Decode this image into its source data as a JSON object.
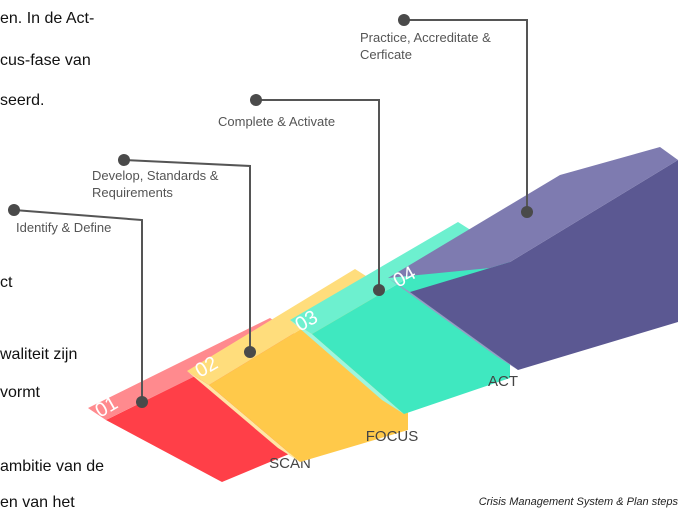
{
  "background_text": [
    "en. In de Act-",
    "cus-fase van",
    "seerd.",
    "ct",
    "waliteit zijn",
    "vormt",
    "ambitie van de",
    "en van het"
  ],
  "steps": [
    {
      "number": "01",
      "callout": [
        "Identify & Define"
      ],
      "phase": "SCAN",
      "colors": {
        "top": "#FF8A8E",
        "left": "#FF9FA4",
        "front": "#FF3F48"
      }
    },
    {
      "number": "02",
      "callout": [
        "Develop, Standards &",
        "Requirements"
      ],
      "phase": "",
      "colors": {
        "top": "#FFDD7C",
        "left": "#FFE7A6",
        "front": "#FFC94A"
      }
    },
    {
      "number": "03",
      "callout": [
        "Complete & Activate"
      ],
      "phase": "FOCUS",
      "colors": {
        "top": "#6DF0CF",
        "left": "#9EF5DF",
        "front": "#3FE8C0"
      }
    },
    {
      "number": "04",
      "callout": [
        "Practice, Accreditate &",
        "Cerficate"
      ],
      "phase": "ACT",
      "colors": {
        "top": "#7E7BB0",
        "left": "#9A98C4",
        "front": "#5B5892"
      }
    }
  ],
  "caption": "Crisis Management System & Plan steps",
  "colors": {
    "callout_line": "#555555",
    "dot": "#4a4a4a"
  }
}
